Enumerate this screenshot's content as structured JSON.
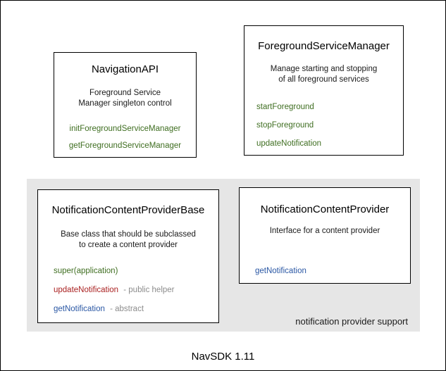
{
  "colors": {
    "method_green": "#3f6e21",
    "method_red": "#aa2222",
    "method_blue": "#2a57a4",
    "suffix_gray": "#8c8c8c",
    "panel_gray": "#e6e6e6",
    "text_black": "#111111"
  },
  "diagram": {
    "boxes": [
      {
        "title": "NavigationAPI",
        "description": [
          "Foreground Service",
          "Manager singleton control"
        ],
        "methods": [
          {
            "name": "initForegroundServiceManager"
          },
          {
            "name": "getForegroundServiceManager"
          }
        ]
      },
      {
        "title": "ForegroundServiceManager",
        "description": [
          "Manage starting and stopping",
          "of all foreground services"
        ],
        "methods": [
          {
            "name": "startForeground"
          },
          {
            "name": "stopForeground"
          },
          {
            "name": "updateNotification"
          }
        ]
      },
      {
        "title": "NotificationContentProviderBase",
        "description": [
          "Base class that should be subclassed",
          "to create a content provider"
        ],
        "methods": [
          {
            "name": "super(application)"
          },
          {
            "name": "updateNotification",
            "suffix": "- public helper"
          },
          {
            "name": "getNotification",
            "suffix": "- abstract"
          }
        ]
      },
      {
        "title": "NotificationContentProvider",
        "description": [
          "Interface for a content provider"
        ],
        "methods": [
          {
            "name": "getNotification"
          }
        ]
      }
    ],
    "group_label": "notification provider support",
    "caption": "NavSDK 1.11"
  }
}
